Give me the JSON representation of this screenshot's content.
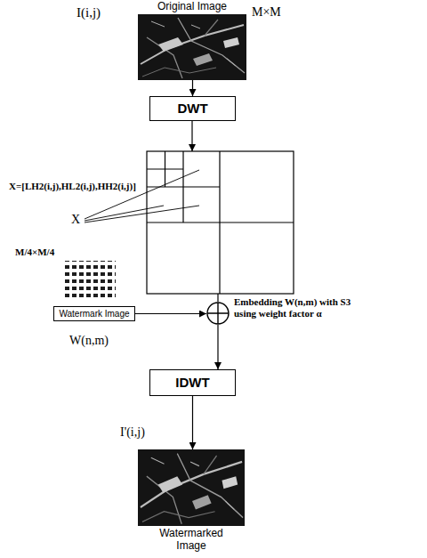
{
  "diagram": {
    "nodes": [
      {
        "text": [
          "Original Image"
        ]
      },
      {
        "text": [
          "DWT"
        ]
      },
      {
        "text": [
          "Watermark Image"
        ]
      },
      {
        "text": [
          "Embedding W(n,m) with S3 using weight factor α"
        ]
      },
      {
        "text": [
          "IDWT"
        ]
      },
      {
        "text": [
          "Watermarked Image"
        ]
      }
    ],
    "edges": [
      {
        "from": 0,
        "to": 1,
        "arrow": "to"
      },
      {
        "from": 2,
        "to": 3,
        "arrow": "to"
      },
      {
        "from": 3,
        "to": 4,
        "arrow": "to"
      },
      {
        "from": 4,
        "to": 5,
        "arrow": "to"
      }
    ],
    "labels": [
      "I(i,j)",
      "M×M",
      "X=[LH2(i,j),HL2(i,j),HH2(i,j)]",
      "X",
      "M/4×M/4",
      "W(n,m)",
      "I'(i,j)"
    ]
  }
}
